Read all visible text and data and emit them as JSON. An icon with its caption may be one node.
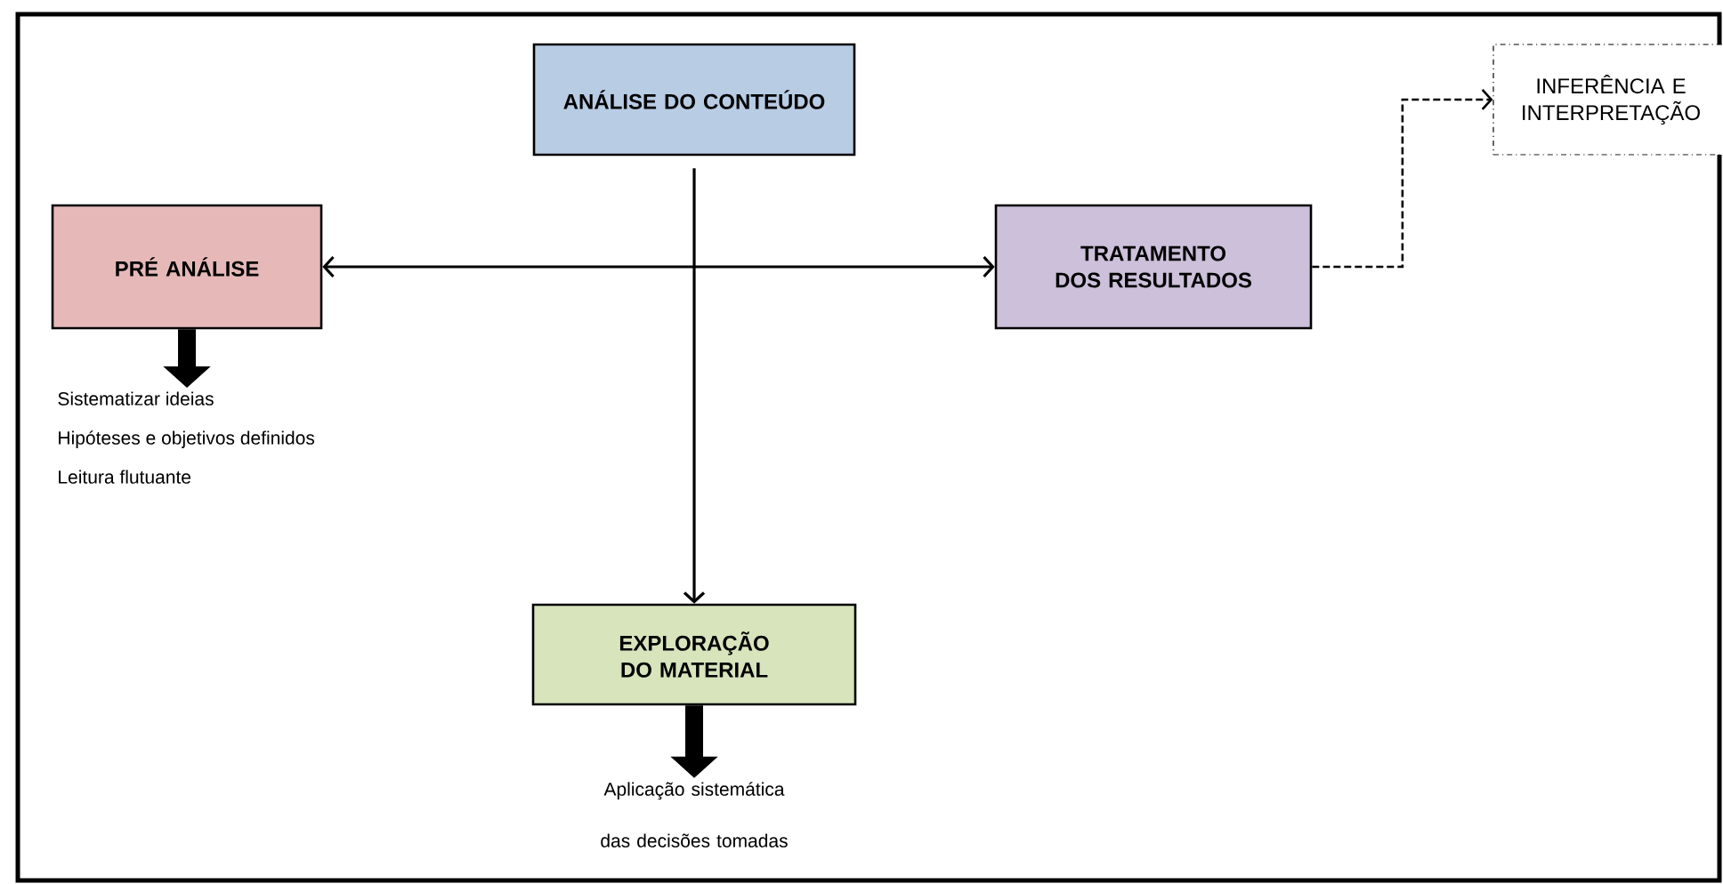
{
  "diagram": {
    "nodes": [
      {
        "text": [
          "ANÁLISE DO CONTEÚDO"
        ]
      },
      {
        "text": [
          "PRÉ ANÁLISE"
        ]
      },
      {
        "text": [
          "TRATAMENTO DOS RESULTADOS"
        ]
      },
      {
        "text": [
          "INFERÊNCIA E INTERPRETAÇÃO"
        ]
      },
      {
        "text": [
          "EXPLORAÇÃO DO MATERIAL"
        ]
      },
      {
        "text": [
          "Sistematizar ideias",
          "Hipóteses e objetivos definidos",
          "Leitura flutuante"
        ]
      },
      {
        "text": [
          "Aplicação sistemática das decisões tomadas"
        ]
      }
    ],
    "edges": [
      {
        "from": 0,
        "to": 4,
        "arrow": "to"
      },
      {
        "from": 1,
        "to": 2,
        "arrow": "both"
      },
      {
        "from": 2,
        "to": 3,
        "arrow": "to",
        "style": "dashed"
      },
      {
        "from": 1,
        "to": 5,
        "arrow": "to",
        "style": "thick"
      },
      {
        "from": 4,
        "to": 6,
        "arrow": "to",
        "style": "thick"
      }
    ]
  }
}
